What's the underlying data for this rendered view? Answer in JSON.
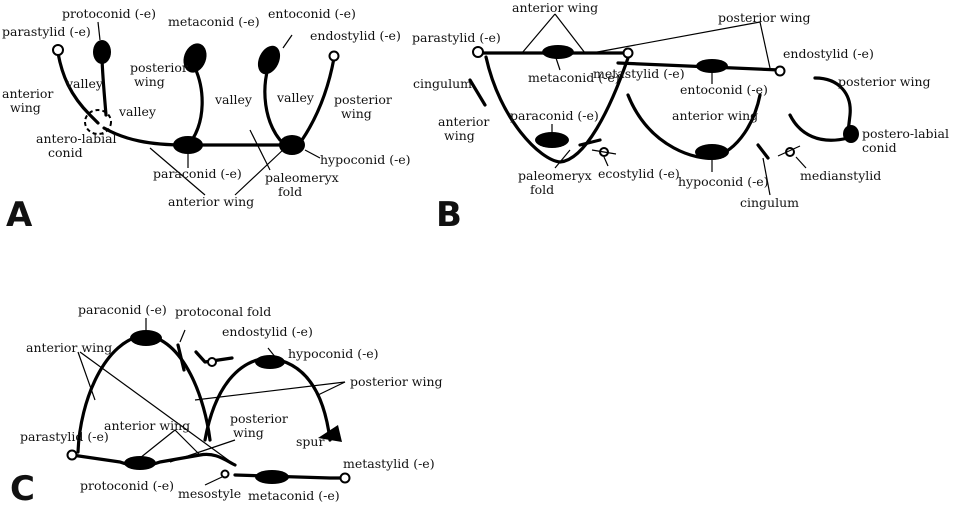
{
  "panels": [
    {
      "key": "A",
      "letter": "A"
    },
    {
      "key": "B",
      "letter": "B"
    },
    {
      "key": "C",
      "letter": "C"
    }
  ],
  "labels": {
    "A": {
      "parastylid": "parastylid (-e)",
      "protoconid": "protoconid (-e)",
      "metaconid": "metaconid (-e)",
      "entoconid": "entoconid (-e)",
      "endostylid": "endostylid (-e)",
      "anterior_wing_1": "anterior",
      "anterior_wing_2": "wing",
      "valley_1": "valley",
      "posterior_wing_1a": "posterior",
      "posterior_wing_1b": "wing",
      "valley_2": "valley",
      "valley_3": "valley",
      "valley_4": "valley",
      "posterior_wing_2a": "posterior",
      "posterior_wing_2b": "wing",
      "antero_labial_1": "antero-labial",
      "antero_labial_2": "conid",
      "paraconid": "paraconid (-e)",
      "paleomeryx_1": "paleomeryx",
      "paleomeryx_2": "fold",
      "hypoconid": "hypoconid (-e)",
      "anterior_wing_bottom": "anterior wing"
    },
    "B": {
      "anterior_wing_top": "anterior wing",
      "posterior_wing_top": "posterior wing",
      "parastylid": "parastylid (-e)",
      "endostylid": "endostylid (-e)",
      "cingulum_1": "cingulum",
      "metaconid": "metaconid (-e)",
      "metastylid": "metastylid (-e)",
      "entoconid": "entoconid (-e)",
      "posterior_wing_right": "posterior wing",
      "anterior_wing_left_1": "anterior",
      "anterior_wing_left_2": "wing",
      "paraconid": "paraconid (-e)",
      "anterior_wing_mid": "anterior wing",
      "postero_labial_1": "postero-labial",
      "postero_labial_2": "conid",
      "paleomeryx_1": "paleomeryx",
      "paleomeryx_2": "fold",
      "ecostylid": "ecostylid (-e)",
      "hypoconid": "hypoconid (-e)",
      "medianstylid": "medianstylid",
      "cingulum_2": "cingulum"
    },
    "C": {
      "paraconid": "paraconid (-e)",
      "protoconal_fold": "protoconal fold",
      "anterior_wing_1": "anterior wing",
      "endostylid": "endostylid (-e)",
      "hypoconid": "hypoconid (-e)",
      "posterior_wing_1": "posterior wing",
      "anterior_wing_2": "anterior wing",
      "posterior_wing_2a": "posterior",
      "posterior_wing_2b": "wing",
      "parastylid": "parastylid (-e)",
      "spur": "spur",
      "metastylid": "metastylid (-e)",
      "protoconid": "protoconid (-e)",
      "mesostyle": "mesostyle",
      "metaconid": "metaconid (-e)"
    }
  }
}
